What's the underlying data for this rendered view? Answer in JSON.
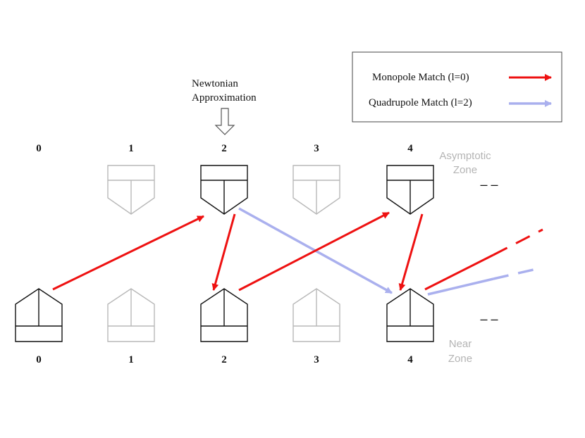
{
  "newtonian": {
    "line1": "Newtonian",
    "line2": "Approximation"
  },
  "top_numbers": [
    "0",
    "1",
    "2",
    "3",
    "4"
  ],
  "bottom_numbers": [
    "0",
    "1",
    "2",
    "3",
    "4"
  ],
  "asymptotic_zone": {
    "line1": "Asymptotic",
    "line2": "Zone"
  },
  "near_zone": {
    "line1": "Near",
    "line2": "Zone"
  },
  "legend": {
    "monopole": "Monopole Match (l=0)",
    "quadrupole": "Quadrupole Match (l=2)"
  },
  "colors": {
    "monopole": "#ee1111",
    "quadrupole": "#aab0ee",
    "active_outline": "#111111",
    "inactive_outline": "#b8b8b8",
    "zone_label": "#b4b4b4"
  },
  "continuation_dashes": [
    "– –",
    "– –"
  ]
}
